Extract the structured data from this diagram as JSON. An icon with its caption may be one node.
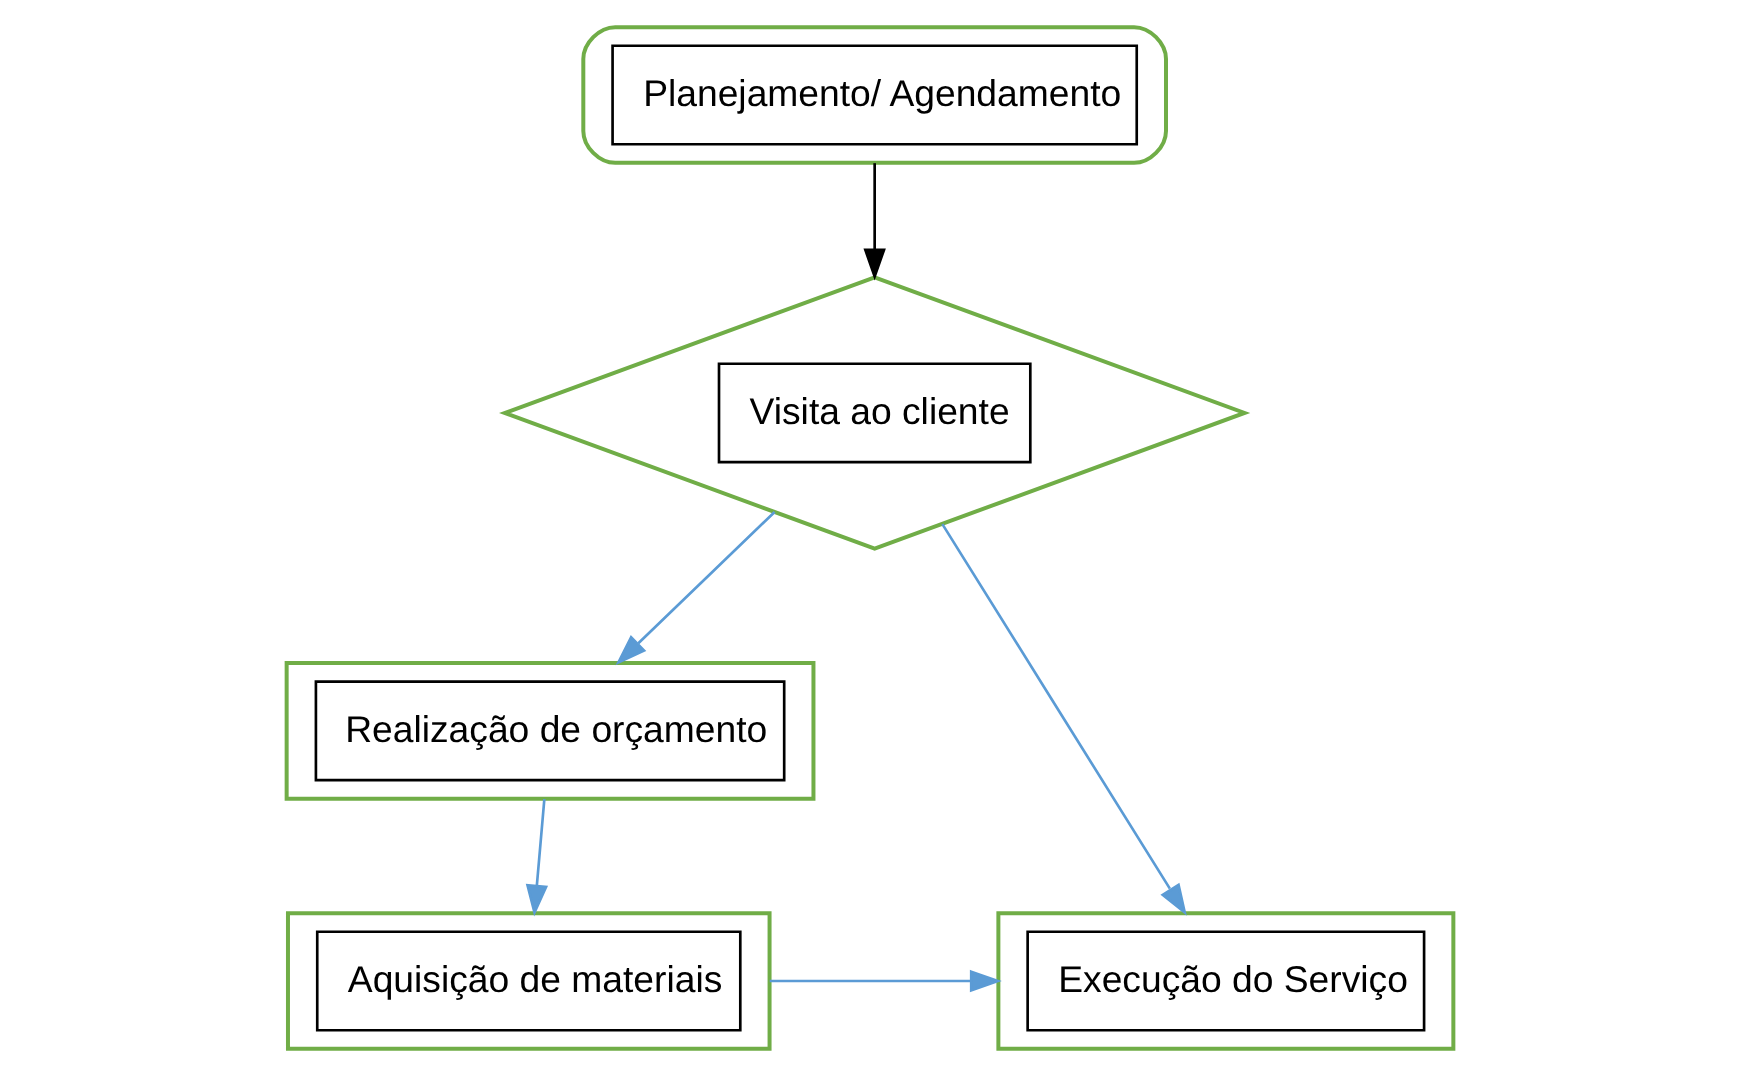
{
  "diagram": {
    "nodes": [
      {
        "text": [
          "Planejamento/ Agendamento"
        ]
      },
      {
        "text": [
          "Visita ao cliente"
        ]
      },
      {
        "text": [
          "Realização de orçamento"
        ]
      },
      {
        "text": [
          "Aquisição de materiais"
        ]
      },
      {
        "text": [
          "Execução do Serviço"
        ]
      }
    ],
    "edges": [
      {
        "from": 0,
        "to": 1,
        "arrow": "to",
        "color": "#000000"
      },
      {
        "from": 1,
        "to": 2,
        "arrow": "to"
      },
      {
        "from": 1,
        "to": 4,
        "arrow": "to"
      },
      {
        "from": 2,
        "to": 3,
        "arrow": "to"
      },
      {
        "from": 3,
        "to": 4,
        "arrow": "to"
      }
    ]
  }
}
